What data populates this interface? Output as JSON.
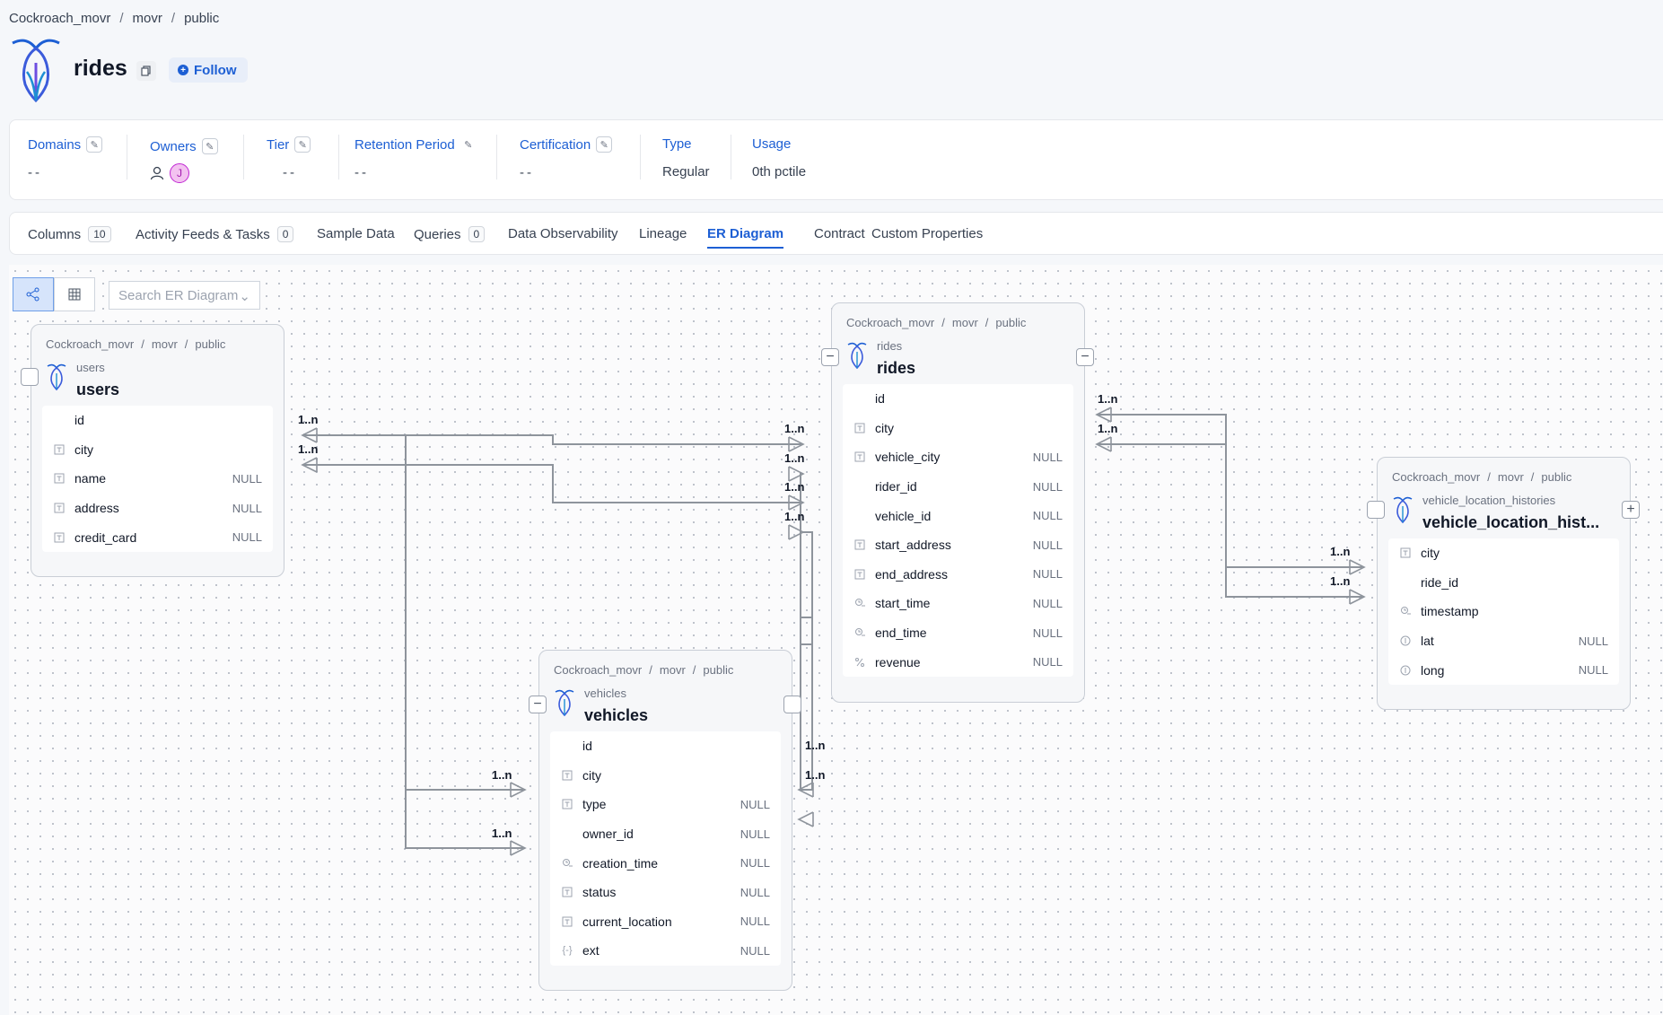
{
  "breadcrumb": [
    "Cockroach_movr",
    "movr",
    "public"
  ],
  "header": {
    "title": "rides",
    "follow_label": "Follow"
  },
  "meta": {
    "domains": {
      "label": "Domains",
      "value": "--"
    },
    "owners": {
      "label": "Owners",
      "avatar": "J"
    },
    "tier": {
      "label": "Tier",
      "value": "--"
    },
    "retention": {
      "label": "Retention Period",
      "value": "--"
    },
    "certification": {
      "label": "Certification",
      "value": "--"
    },
    "type": {
      "label": "Type",
      "value": "Regular"
    },
    "usage": {
      "label": "Usage",
      "value": "0th pctile"
    }
  },
  "tabs": [
    {
      "label": "Columns",
      "count": "10"
    },
    {
      "label": "Activity Feeds & Tasks",
      "count": "0"
    },
    {
      "label": "Sample Data"
    },
    {
      "label": "Queries",
      "count": "0"
    },
    {
      "label": "Data Observability"
    },
    {
      "label": "Lineage"
    },
    {
      "label": "ER Diagram",
      "active": true
    },
    {
      "label": "Contract"
    },
    {
      "label": "Custom Properties"
    }
  ],
  "search": {
    "placeholder": "Search ER Diagram"
  },
  "edge_label": "1..n",
  "nodes": {
    "users": {
      "breadcrumb": [
        "Cockroach_movr",
        "movr",
        "public"
      ],
      "sub": "users",
      "name": "users",
      "columns": [
        {
          "name": "id",
          "icon": "none",
          "null": ""
        },
        {
          "name": "city",
          "icon": "string-icon",
          "null": ""
        },
        {
          "name": "name",
          "icon": "string-icon",
          "null": "NULL"
        },
        {
          "name": "address",
          "icon": "string-icon",
          "null": "NULL"
        },
        {
          "name": "credit_card",
          "icon": "string-icon",
          "null": "NULL"
        }
      ]
    },
    "rides": {
      "breadcrumb": [
        "Cockroach_movr",
        "movr",
        "public"
      ],
      "sub": "rides",
      "name": "rides",
      "columns": [
        {
          "name": "id",
          "icon": "none",
          "null": ""
        },
        {
          "name": "city",
          "icon": "string-icon",
          "null": ""
        },
        {
          "name": "vehicle_city",
          "icon": "string-icon",
          "null": "NULL"
        },
        {
          "name": "rider_id",
          "icon": "none",
          "null": "NULL"
        },
        {
          "name": "vehicle_id",
          "icon": "none",
          "null": "NULL"
        },
        {
          "name": "start_address",
          "icon": "string-icon",
          "null": "NULL"
        },
        {
          "name": "end_address",
          "icon": "string-icon",
          "null": "NULL"
        },
        {
          "name": "start_time",
          "icon": "time-icon",
          "null": "NULL"
        },
        {
          "name": "end_time",
          "icon": "time-icon",
          "null": "NULL"
        },
        {
          "name": "revenue",
          "icon": "decimal-icon",
          "null": "NULL"
        }
      ]
    },
    "vehicles": {
      "breadcrumb": [
        "Cockroach_movr",
        "movr",
        "public"
      ],
      "sub": "vehicles",
      "name": "vehicles",
      "columns": [
        {
          "name": "id",
          "icon": "none",
          "null": ""
        },
        {
          "name": "city",
          "icon": "string-icon",
          "null": ""
        },
        {
          "name": "type",
          "icon": "string-icon",
          "null": "NULL"
        },
        {
          "name": "owner_id",
          "icon": "none",
          "null": "NULL"
        },
        {
          "name": "creation_time",
          "icon": "time-icon",
          "null": "NULL"
        },
        {
          "name": "status",
          "icon": "string-icon",
          "null": "NULL"
        },
        {
          "name": "current_location",
          "icon": "string-icon",
          "null": "NULL"
        },
        {
          "name": "ext",
          "icon": "json-icon",
          "null": "NULL"
        }
      ]
    },
    "vlh": {
      "breadcrumb": [
        "Cockroach_movr",
        "movr",
        "public"
      ],
      "sub": "vehicle_location_histories",
      "name": "vehicle_location_hist...",
      "columns": [
        {
          "name": "city",
          "icon": "string-icon",
          "null": ""
        },
        {
          "name": "ride_id",
          "icon": "none",
          "null": ""
        },
        {
          "name": "timestamp",
          "icon": "time-icon",
          "null": ""
        },
        {
          "name": "lat",
          "icon": "number-icon",
          "null": "NULL"
        },
        {
          "name": "long",
          "icon": "number-icon",
          "null": "NULL"
        }
      ]
    }
  },
  "colors": {
    "accent": "#1d5fd4",
    "edge": "#8e949c"
  }
}
